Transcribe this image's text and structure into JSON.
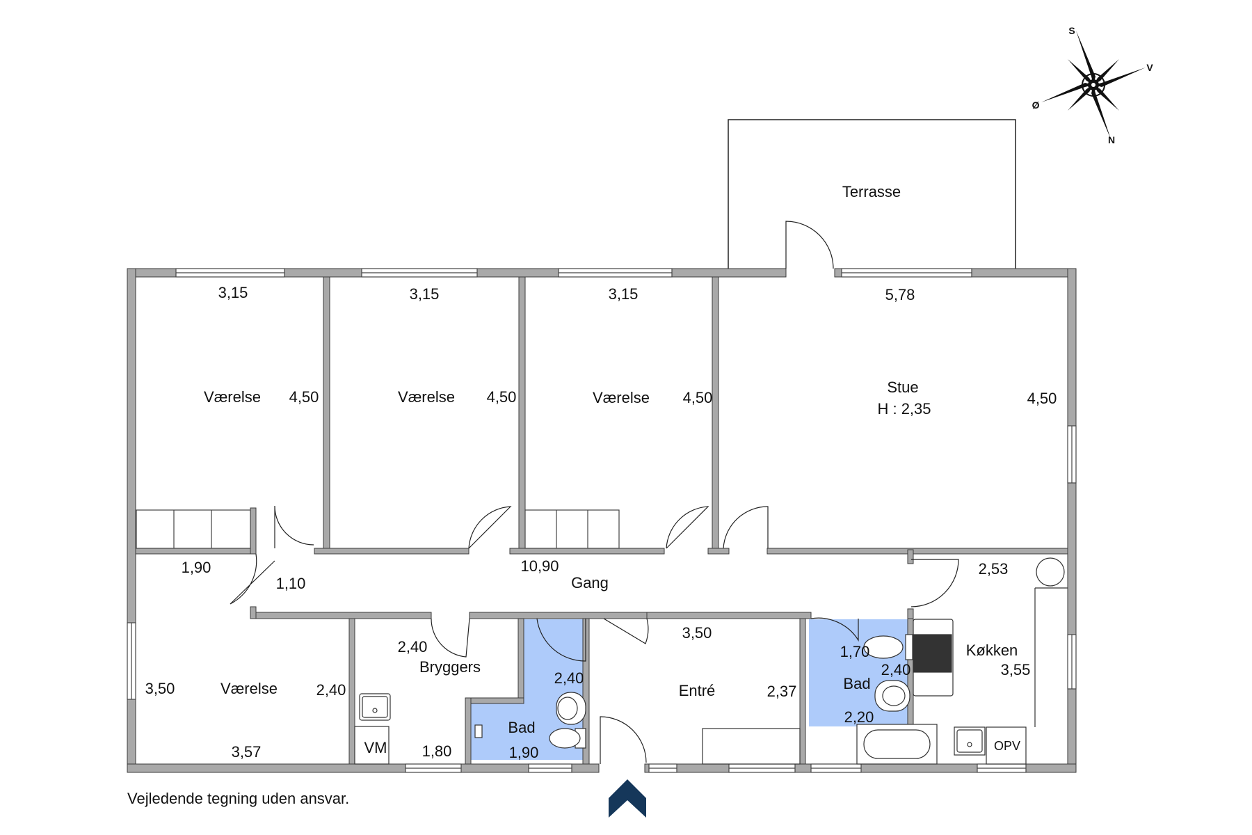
{
  "disclaimer": "Vejledende tegning uden ansvar.",
  "compass": {
    "s": "S",
    "v": "V",
    "o": "Ø",
    "n": "N"
  },
  "colors": {
    "wall": "#a9a9a9",
    "wall_stroke": "#3a3a3a",
    "bath": "#aecbfa",
    "entry_arrow": "#15375a"
  },
  "rooms": {
    "terrasse": {
      "name": "Terrasse"
    },
    "vaerelse1": {
      "name": "Værelse",
      "width": "3,15",
      "depth": "4,50"
    },
    "vaerelse2": {
      "name": "Værelse",
      "width": "3,15",
      "depth": "4,50"
    },
    "vaerelse3": {
      "name": "Værelse",
      "width": "3,15",
      "depth": "4,50"
    },
    "stue": {
      "name": "Stue",
      "height": "H : 2,35",
      "width": "5,78",
      "depth": "4,50"
    },
    "gang": {
      "name": "Gang",
      "length": "10,90",
      "width": "1,10",
      "dim_a": "1,90"
    },
    "vaerelse4": {
      "name": "Værelse",
      "width": "3,57",
      "depth": "3,50",
      "depth_b": "2,40"
    },
    "bryggers": {
      "name": "Bryggers",
      "depth": "2,40",
      "width": "1,80",
      "vm": "VM"
    },
    "bad1": {
      "name": "Bad",
      "width": "1,90",
      "depth": "2,40"
    },
    "entre": {
      "name": "Entré",
      "width": "3,50",
      "depth": "2,37"
    },
    "bad2": {
      "name": "Bad",
      "width": "1,70",
      "depth": "2,40",
      "dim_b": "2,20"
    },
    "kokken": {
      "name": "Køkken",
      "width": "2,53",
      "depth": "3,55",
      "opv": "OPV"
    }
  }
}
